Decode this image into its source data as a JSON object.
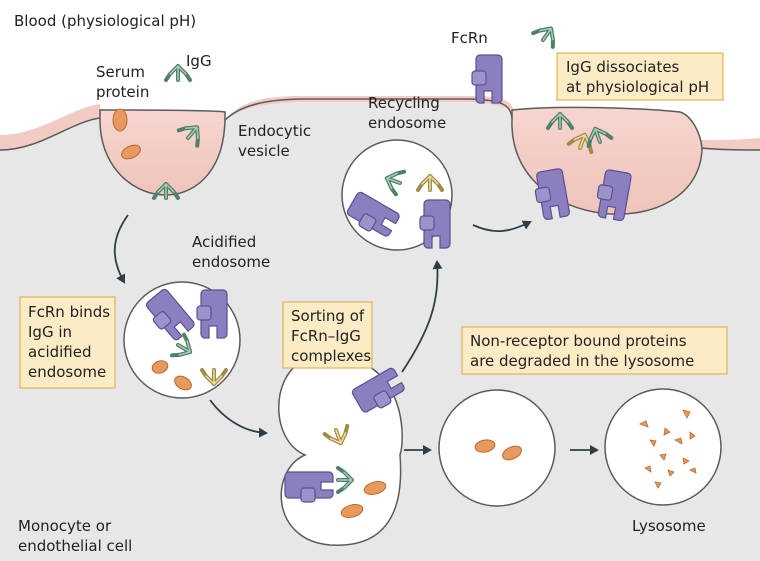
{
  "labels": {
    "blood": "Blood (physiological pH)",
    "serum_1": "Serum",
    "serum_2": "protein",
    "igg": "IgG",
    "endocytic_1": "Endocytic",
    "endocytic_2": "vesicle",
    "fcrn": "FcRn",
    "recycling_1": "Recycling",
    "recycling_2": "endosome",
    "acidified_1": "Acidified",
    "acidified_2": "endosome",
    "cell_1": "Monocyte or",
    "cell_2": "endothelial cell",
    "lysosome": "Lysosome"
  },
  "boxes": {
    "dissociates": [
      "IgG dissociates",
      "at physiological pH"
    ],
    "binds": [
      "FcRn binds",
      "IgG in",
      "acidified",
      "endosome"
    ],
    "sorting": [
      "Sorting of",
      "FcRn–IgG",
      "complexes"
    ],
    "degraded": [
      "Non-receptor bound proteins",
      "are degraded in the lysosome"
    ]
  },
  "colors": {
    "blood_bg": "#ffffff",
    "membrane_pink": "#f3cfc8",
    "cell_bg": "#e9e9e9",
    "vesicle_fill": "#ffffff",
    "fcrn": "#8b7fbf",
    "fcrn_dark": "#6a5e9e",
    "protein": "#e89a5e",
    "igg_green": "#6c9f86",
    "igg_yellow": "#c9b46a",
    "box_fill": "#fcecc6",
    "box_stroke": "#e0b35a",
    "arrow": "#2e3e46"
  }
}
